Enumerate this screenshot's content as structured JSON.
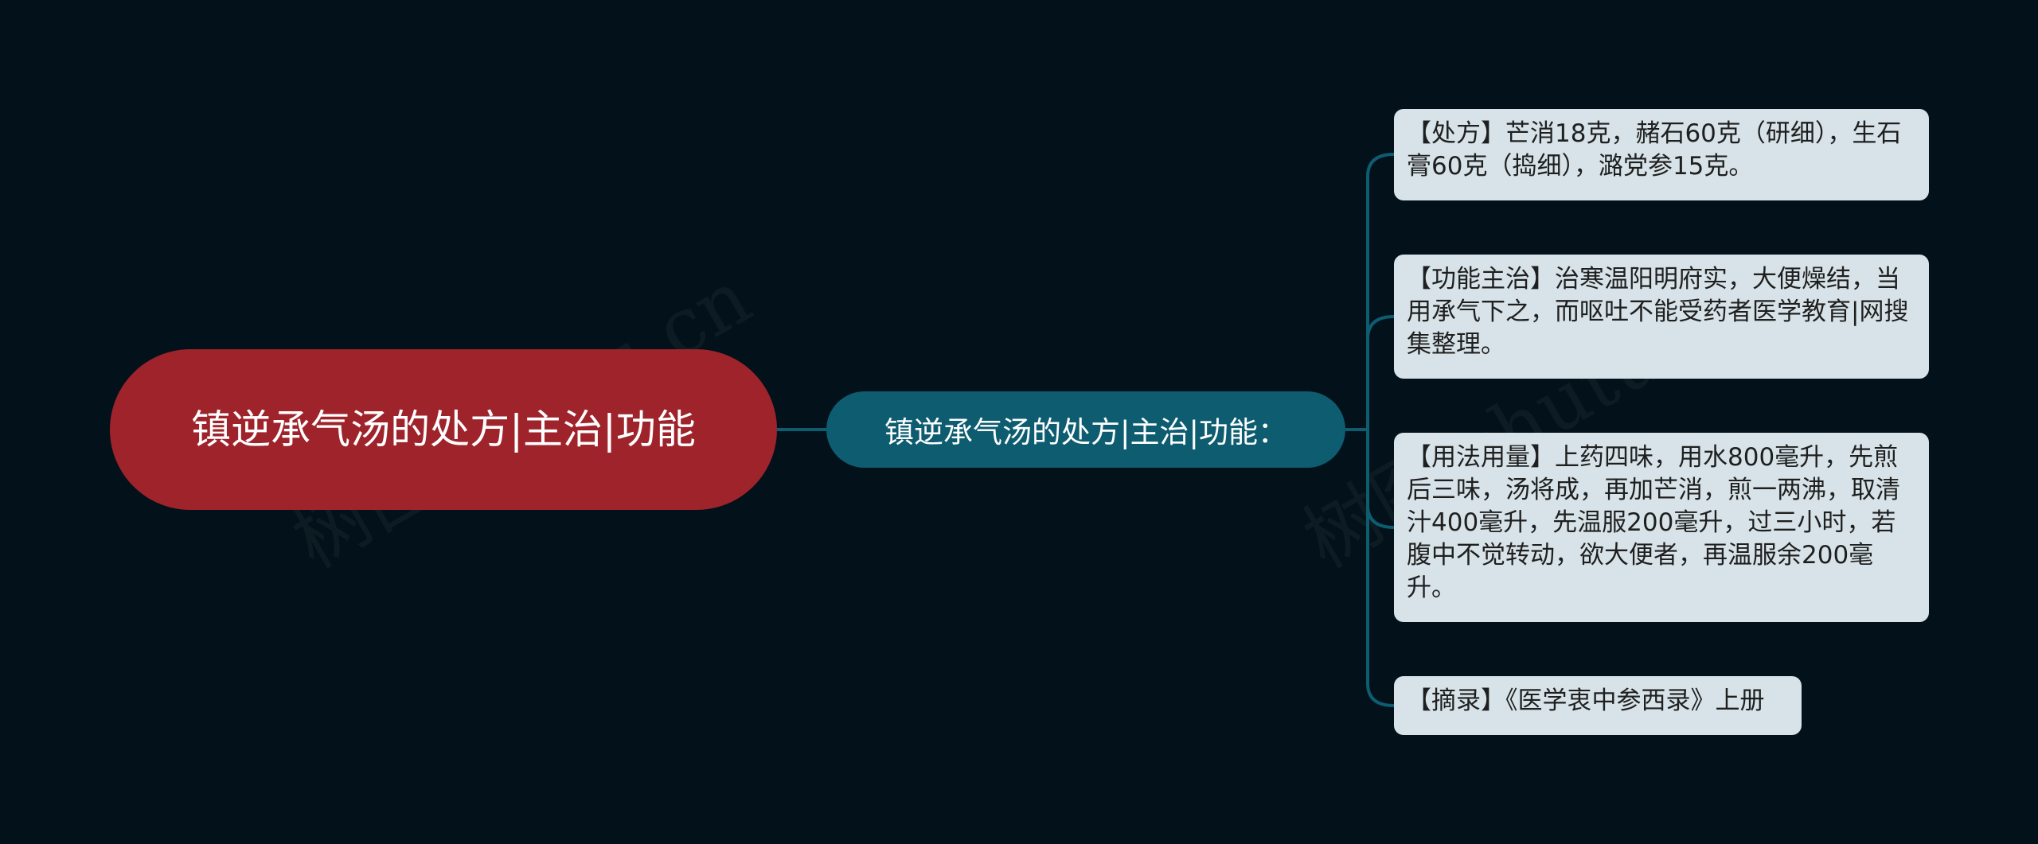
{
  "watermark": "树图 shutu.cn",
  "colors": {
    "background": "#03111a",
    "root": "#9e232b",
    "sub": "#0d5c70",
    "leaf": "#d7e3e8",
    "connector": "#0d5c70"
  },
  "root": {
    "text": "镇逆承气汤的处方|主治|功能"
  },
  "sub": {
    "text": "镇逆承气汤的处方|主治|功能："
  },
  "leaves": [
    {
      "text": "【处方】芒消18克，赭石60克（研细），生石膏60克（捣细），潞党参15克。"
    },
    {
      "text": "【功能主治】治寒温阳明府实，大便燥结，当用承气下之，而呕吐不能受药者医学教育|网搜集整理。"
    },
    {
      "text": "【用法用量】上药四味，用水800毫升，先煎后三味，汤将成，再加芒消，煎一两沸，取清汁400毫升，先温服200毫升，过三小时，若腹中不觉转动，欲大便者，再温服余200毫升。"
    },
    {
      "text": "【摘录】《医学衷中参西录》上册"
    }
  ]
}
